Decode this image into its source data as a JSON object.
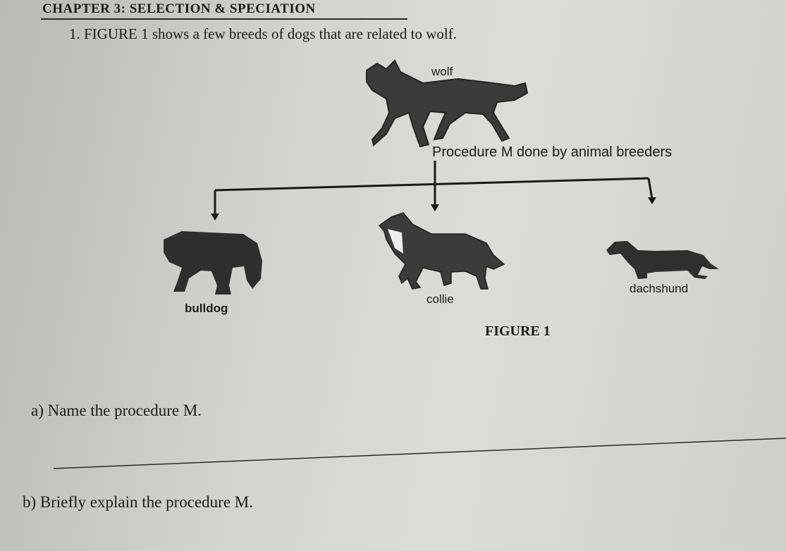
{
  "header": {
    "chapter_title": "CHAPTER 3: SELECTION & SPECIATION"
  },
  "question1": {
    "text": "1.  FIGURE 1 shows a few breeds of dogs that are related to wolf."
  },
  "figure": {
    "caption": "FIGURE 1",
    "procedure_label": "Procedure M done by animal breeders",
    "labels": {
      "wolf": "wolf",
      "bulldog": "bulldog",
      "collie": "collie",
      "dachshund": "dachshund"
    }
  },
  "questions": {
    "a": "a)   Name the procedure M.",
    "b": "b)   Briefly explain the procedure M."
  }
}
